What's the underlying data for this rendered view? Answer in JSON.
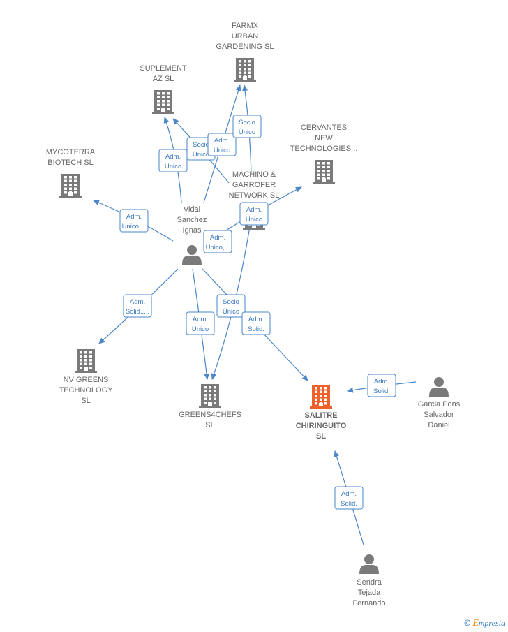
{
  "nodes": [
    {
      "id": "farmx",
      "type": "company",
      "label": [
        "FARMX",
        "URBAN",
        "GARDENING  SL"
      ]
    },
    {
      "id": "suplement",
      "type": "company",
      "label": [
        "SUPLEMENT",
        "AZ  SL"
      ]
    },
    {
      "id": "cervantes",
      "type": "company",
      "label": [
        "CERVANTES",
        "NEW",
        "TECHNOLOGIES..."
      ]
    },
    {
      "id": "mycoterra",
      "type": "company",
      "label": [
        "MYCOTERRA",
        "BIOTECH  SL"
      ]
    },
    {
      "id": "machino",
      "type": "company",
      "label": [
        "MACHINO &",
        "GARROFER",
        "NETWORK  SL"
      ]
    },
    {
      "id": "vidal",
      "type": "person",
      "label": [
        "Vidal",
        "Sanchez",
        "Ignas"
      ]
    },
    {
      "id": "nvgreens",
      "type": "company",
      "label": [
        "NV GREENS",
        "TECHNOLOGY",
        "SL"
      ]
    },
    {
      "id": "greens4chefs",
      "type": "company",
      "label": [
        "GREENS4CHEFS",
        "SL"
      ]
    },
    {
      "id": "salitre",
      "type": "company",
      "focus": true,
      "label": [
        "SALITRE",
        "CHIRINGUITO",
        "SL"
      ]
    },
    {
      "id": "garcia",
      "type": "person",
      "label": [
        "Garcia Pons",
        "Salvador",
        "Daniel"
      ]
    },
    {
      "id": "sendra",
      "type": "person",
      "label": [
        "Sendra",
        "Tejada",
        "Fernando"
      ]
    }
  ],
  "edges": [
    {
      "id": "e1",
      "label": [
        "Adm.",
        "Unico"
      ]
    },
    {
      "id": "e2",
      "label": [
        "Socio",
        "Único"
      ]
    },
    {
      "id": "e3",
      "label": [
        "Adm.",
        "Unico"
      ]
    },
    {
      "id": "e4",
      "label": [
        "Socio",
        "Único"
      ]
    },
    {
      "id": "e5",
      "label": [
        "Adm.",
        "Unico,..."
      ]
    },
    {
      "id": "e6",
      "label": [
        "Adm.",
        "Unico"
      ]
    },
    {
      "id": "e7",
      "label": [
        "Adm.",
        "Unico,..."
      ]
    },
    {
      "id": "e8",
      "label": [
        "Adm.",
        "Solid.,..."
      ]
    },
    {
      "id": "e9",
      "label": [
        "Adm.",
        "Unico"
      ]
    },
    {
      "id": "e10",
      "label": [
        "Socio",
        "Único"
      ]
    },
    {
      "id": "e11",
      "label": [
        "Adm.",
        "Solid."
      ]
    },
    {
      "id": "e12",
      "label": [
        "Adm.",
        "Solid."
      ]
    },
    {
      "id": "e13",
      "label": [
        "Adm.",
        "Solid."
      ]
    }
  ],
  "colors": {
    "company": "#7a7a7a",
    "company_focus": "#f0602a",
    "person": "#7a7a7a",
    "edge": "#4a86c8"
  },
  "brand": {
    "copyright": "©",
    "first_letter": "E",
    "rest": "mpresia"
  }
}
